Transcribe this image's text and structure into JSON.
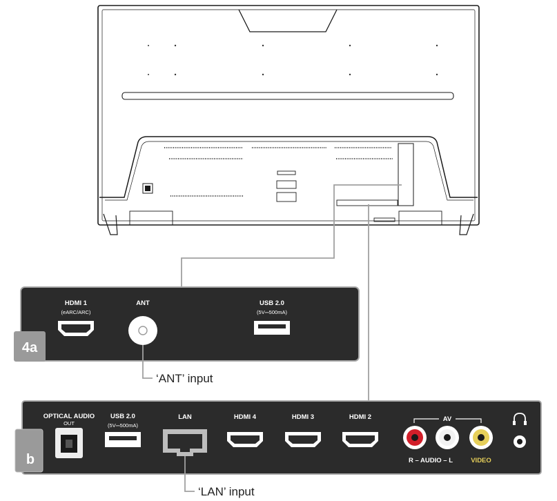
{
  "colors": {
    "panel": "#2b2b2b",
    "panel_edge": "#a8a8a8",
    "leader": "#a0a0a0",
    "badge": "#9a9a9a",
    "audio_right": "#d21f2a",
    "audio_left": "#f2f2f2",
    "video": "#e6cf5a"
  },
  "panel_a": {
    "badge": "4a",
    "ports": {
      "hdmi1": {
        "label": "HDMI 1",
        "sub": "(eARC/ARC)"
      },
      "ant": {
        "label": "ANT"
      },
      "usb": {
        "label": "USB 2.0",
        "sub": "(5V⎓500mA)"
      }
    },
    "callout": "‘ANT’ input"
  },
  "panel_b": {
    "badge": "b",
    "ports": {
      "optical": {
        "label": "OPTICAL AUDIO",
        "sub": "OUT"
      },
      "usb": {
        "label": "USB 2.0",
        "sub": "(5V⎓500mA)"
      },
      "lan": {
        "label": "LAN"
      },
      "hdmi4": {
        "label": "HDMI 4"
      },
      "hdmi3": {
        "label": "HDMI 3"
      },
      "hdmi2": {
        "label": "HDMI 2"
      },
      "av": {
        "label": "AV",
        "audio": "R – AUDIO – L",
        "video": "VIDEO"
      },
      "headphone": {
        "icon": "headphone-icon"
      }
    },
    "callout": "‘LAN’ input"
  }
}
